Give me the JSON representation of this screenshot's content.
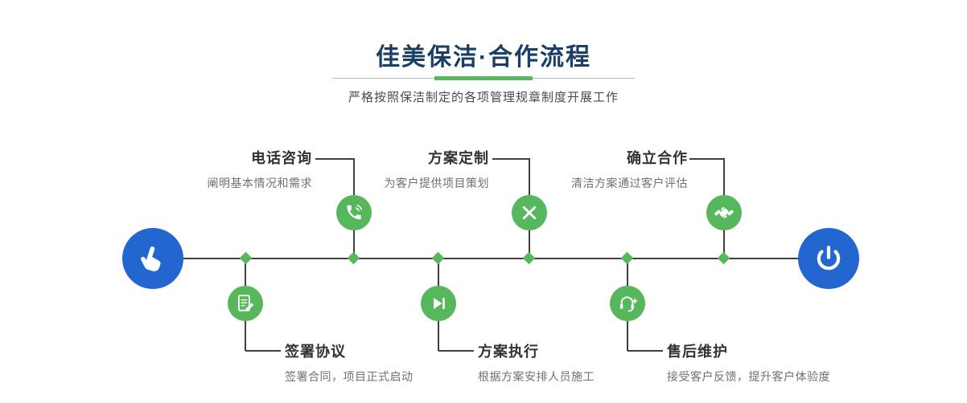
{
  "colors": {
    "blue": "#2366cf",
    "green": "#57b75c",
    "line": "#3f3f3f",
    "title": "#1a3e66"
  },
  "header": {
    "title": "佳美保洁·合作流程",
    "subtitle": "严格按照保洁制定的各项管理规章制度开展工作"
  },
  "flow": {
    "start_icon": "pointing-hand-icon",
    "end_icon": "power-icon",
    "top_steps": [
      {
        "title": "电话咨询",
        "desc": "阐明基本情况和需求",
        "icon": "phone-icon"
      },
      {
        "title": "方案定制",
        "desc": "为客户提供项目策划",
        "icon": "pencil-cross-icon"
      },
      {
        "title": "确立合作",
        "desc": "清洁方案通过客户评估",
        "icon": "handshake-icon"
      }
    ],
    "bottom_steps": [
      {
        "title": "签署协议",
        "desc": "签署合同，项目正式启动",
        "icon": "contract-icon"
      },
      {
        "title": "方案执行",
        "desc": "根据方案安排人员施工",
        "icon": "play-next-icon"
      },
      {
        "title": "售后维护",
        "desc": "接受客户反馈，提升客户体验度",
        "icon": "headset-plus-icon"
      }
    ]
  }
}
